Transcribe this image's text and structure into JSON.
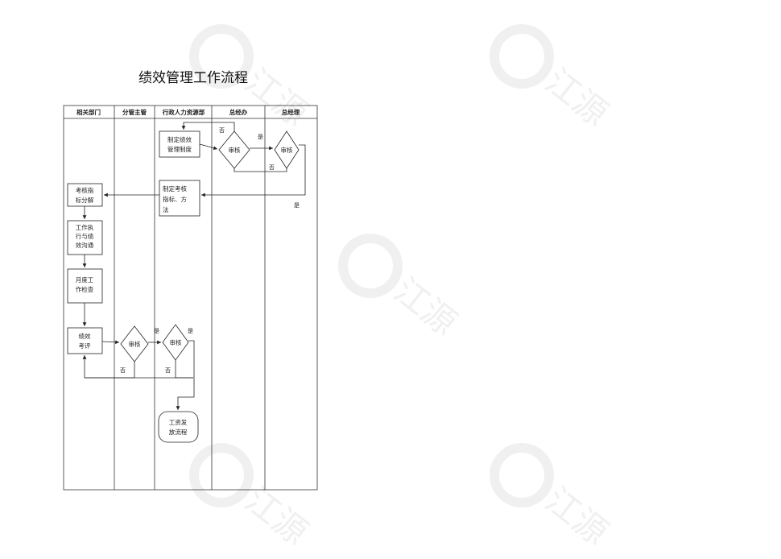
{
  "title": "绩效管理工作流程",
  "lanes": [
    "相关部门",
    "分管主管",
    "行政人力资源部",
    "总经办",
    "总经理"
  ],
  "nodes": {
    "policy": [
      "制定绩效",
      "管理制度"
    ],
    "review_office": "审核",
    "review_gm": "审核",
    "index_hr": [
      "制定考核",
      "指标、方",
      "法"
    ],
    "index_dept": [
      "考核指",
      "标分解"
    ],
    "execute": [
      "工作执",
      "行与绩",
      "效沟通"
    ],
    "monthly": [
      "月度工",
      "作检查"
    ],
    "evaluate": [
      "绩效",
      "考评"
    ],
    "review_supervisor": "审核",
    "review_hr": "审核",
    "salary": [
      "工资发",
      "放流程"
    ]
  },
  "edges": {
    "yes": "是",
    "no": "否"
  },
  "watermark": "江源",
  "colors": {
    "line": "#222222",
    "watermark": "#999999"
  }
}
